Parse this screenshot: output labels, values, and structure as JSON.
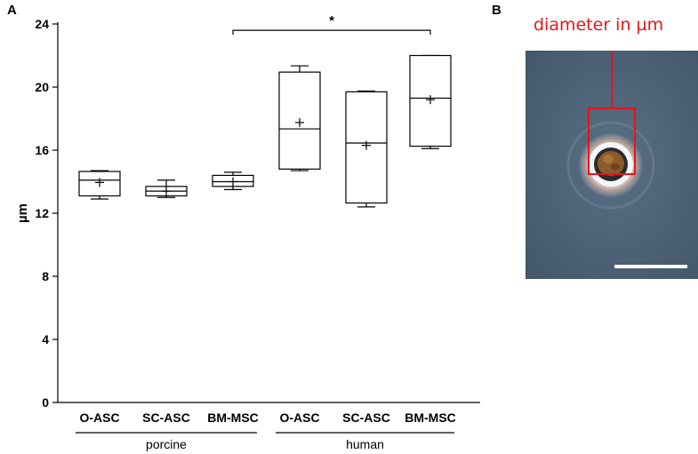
{
  "panels": {
    "a": "A",
    "b": "B"
  },
  "chart_data": {
    "type": "box",
    "ylabel": "µm",
    "ylim": [
      0,
      24
    ],
    "yticks": [
      0,
      4,
      8,
      12,
      16,
      20,
      24
    ],
    "grid": false,
    "categories": [
      "O-ASC",
      "SC-ASC",
      "BM-MSC",
      "O-ASC",
      "SC-ASC",
      "BM-MSC"
    ],
    "groups": [
      {
        "label": "porcine",
        "from": 0,
        "to": 2
      },
      {
        "label": "human",
        "from": 3,
        "to": 5
      }
    ],
    "boxes": [
      {
        "min": 12.9,
        "q1": 13.1,
        "median": 14.1,
        "q3": 14.65,
        "max": 14.7,
        "mean": 13.95
      },
      {
        "min": 13.0,
        "q1": 13.1,
        "median": 13.4,
        "q3": 13.7,
        "max": 14.1,
        "mean": 13.4
      },
      {
        "min": 13.5,
        "q1": 13.7,
        "median": 14.0,
        "q3": 14.4,
        "max": 14.6,
        "mean": 14.0
      },
      {
        "min": 14.7,
        "q1": 14.8,
        "median": 17.35,
        "q3": 20.95,
        "max": 21.35,
        "mean": 17.75
      },
      {
        "min": 12.4,
        "q1": 12.65,
        "median": 16.45,
        "q3": 19.7,
        "max": 19.75,
        "mean": 16.3
      },
      {
        "min": 16.1,
        "q1": 16.25,
        "median": 19.3,
        "q3": 22.0,
        "max": 22.0,
        "mean": 19.2
      }
    ],
    "significance": {
      "from": 2,
      "to": 5,
      "y": 23.6,
      "label": "*"
    }
  },
  "micrograph": {
    "annotation": "diameter in µm",
    "annotation_color": "#e8141c",
    "background_color": "#4a5e74"
  }
}
